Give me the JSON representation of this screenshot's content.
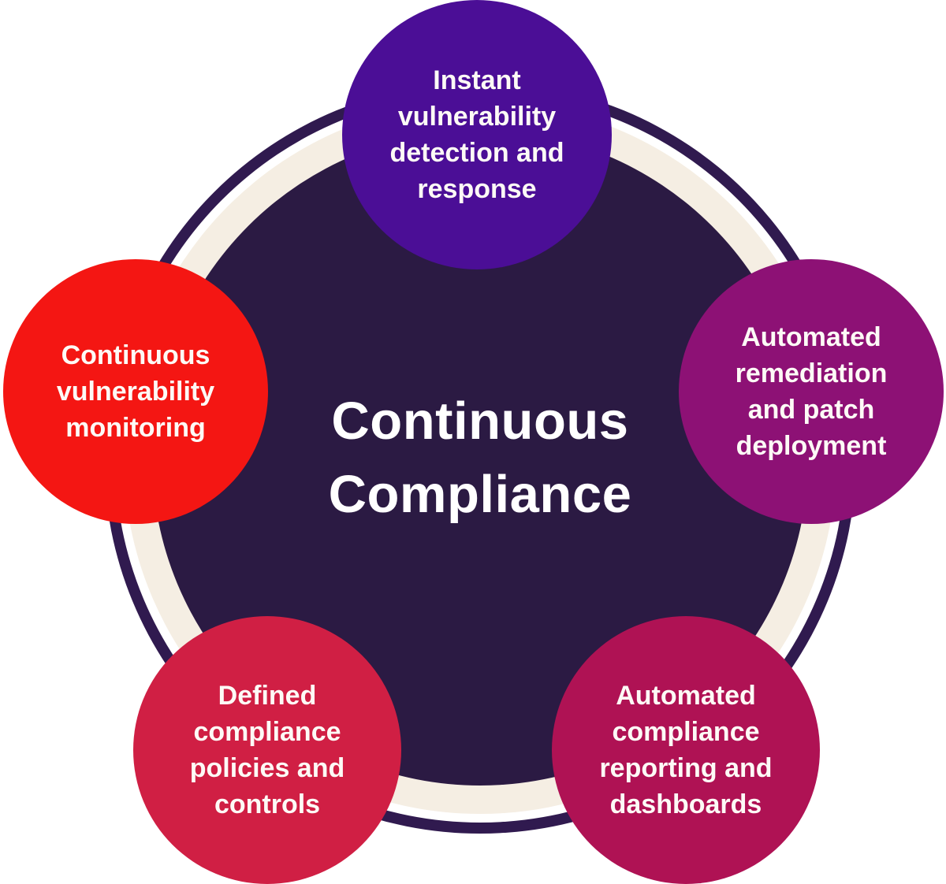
{
  "background_color": "#ffffff",
  "text_color": "#ffffff",
  "center": {
    "title": "Continuous\nCompliance",
    "fill_color": "#2b1a43",
    "outer_ring_color": "#301a4f",
    "gap_ring_color": "#ffffff",
    "cream_ring_color": "#f5eee3"
  },
  "nodes": [
    {
      "id": "instant-vulnerability-detection-and-response",
      "position": "top",
      "label": "Instant\nvulnerability\ndetection and\nresponse",
      "color": "#4b0e96"
    },
    {
      "id": "automated-remediation-and-patch-deployment",
      "position": "right",
      "label": "Automated\nremediation\nand patch\ndeployment",
      "color": "#8d1175"
    },
    {
      "id": "automated-compliance-reporting-and-dashboards",
      "position": "bottom-right",
      "label": "Automated\ncompliance\nreporting and\ndashboards",
      "color": "#af1254"
    },
    {
      "id": "defined-compliance-policies-and-controls",
      "position": "bottom-left",
      "label": "Defined\ncompliance\npolicies and\ncontrols",
      "color": "#d01f44"
    },
    {
      "id": "continuous-vulnerability-monitoring",
      "position": "left",
      "label": "Continuous\nvulnerability\nmonitoring",
      "color": "#f41613"
    }
  ]
}
